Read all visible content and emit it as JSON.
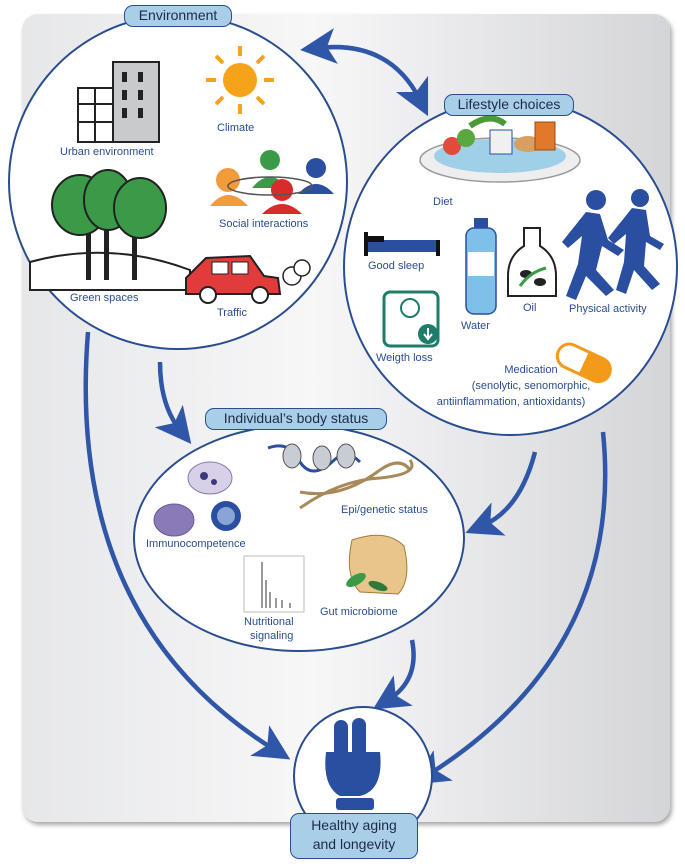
{
  "colors": {
    "arrow": "#3056a8",
    "icon": "#2a4fa0",
    "accent": "#f7a21b",
    "label_bg": "#a9cfe8"
  },
  "environment": {
    "title": "Environment",
    "items": {
      "urban": "Urban environment",
      "climate": "Climate",
      "social": "Social interactions",
      "green": "Green spaces",
      "traffic": "Traffic"
    }
  },
  "lifestyle": {
    "title": "Lifestyle choices",
    "items": {
      "diet": "Diet",
      "sleep": "Good sleep",
      "water": "Water",
      "oil": "Oil",
      "physical": "Physical activity",
      "weight": "Weigth loss",
      "medication_1": "Medication",
      "medication_2": "(senolytic, senomorphic,",
      "medication_3": "antiinflammation, antioxidants)"
    }
  },
  "body": {
    "title": "Individual’s body status",
    "items": {
      "epi": "Epi/genetic status",
      "immuno": "Immunocompetence",
      "gut": "Gut microbiome",
      "nutri_1": "Nutritional",
      "nutri_2": "signaling"
    }
  },
  "outcome": {
    "line1": "Healthy aging",
    "line2": "and longevity"
  }
}
